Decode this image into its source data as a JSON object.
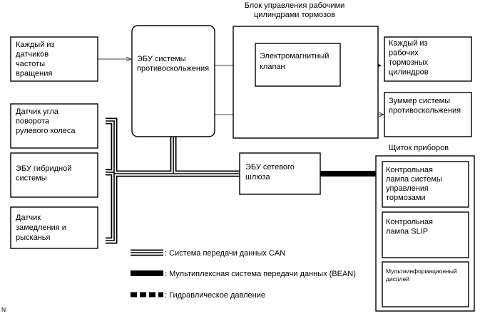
{
  "nodes": {
    "speed_sensors": [
      "Каждый из",
      "датчиков",
      "частоты",
      "вращения"
    ],
    "abs_ecu": [
      "ЭБУ системы",
      "противоскольжения"
    ],
    "actuator_title": [
      "Блок управления рабочими",
      "цилиндрами тормозов"
    ],
    "solenoid_valve": [
      "Электромагнитный",
      "клапан"
    ],
    "brake_cylinders": [
      "Каждый из",
      "рабочих",
      "тормозных",
      "цилиндров"
    ],
    "buzzer": [
      "Зуммер системы",
      "противоскольжения"
    ],
    "steering_sensor": [
      "Датчик угла",
      "поворота",
      "рулевого колеса"
    ],
    "hybrid_ecu": [
      "ЭБУ гибридной",
      "системы"
    ],
    "yaw_sensor": [
      "Датчик",
      "замедления и",
      "рысканья"
    ],
    "gateway_ecu": [
      "ЭБУ сетевого",
      "шлюза"
    ],
    "meter_title": "Щиток приборов",
    "brake_warning": [
      "Контрольная",
      "лампа системы",
      "управления",
      "тормозами"
    ],
    "slip_lamp": [
      "Контрольная",
      "лампа SLIP"
    ],
    "multi_display": [
      "Мультиинформационный",
      "дисплей"
    ]
  },
  "legend": {
    "can": ": Система передачи данных CAN",
    "bean": ": Мультиплексная система передачи данных (BEAN)",
    "hydraulic": ": Гидравлическое давление"
  },
  "corner_mark": "N"
}
